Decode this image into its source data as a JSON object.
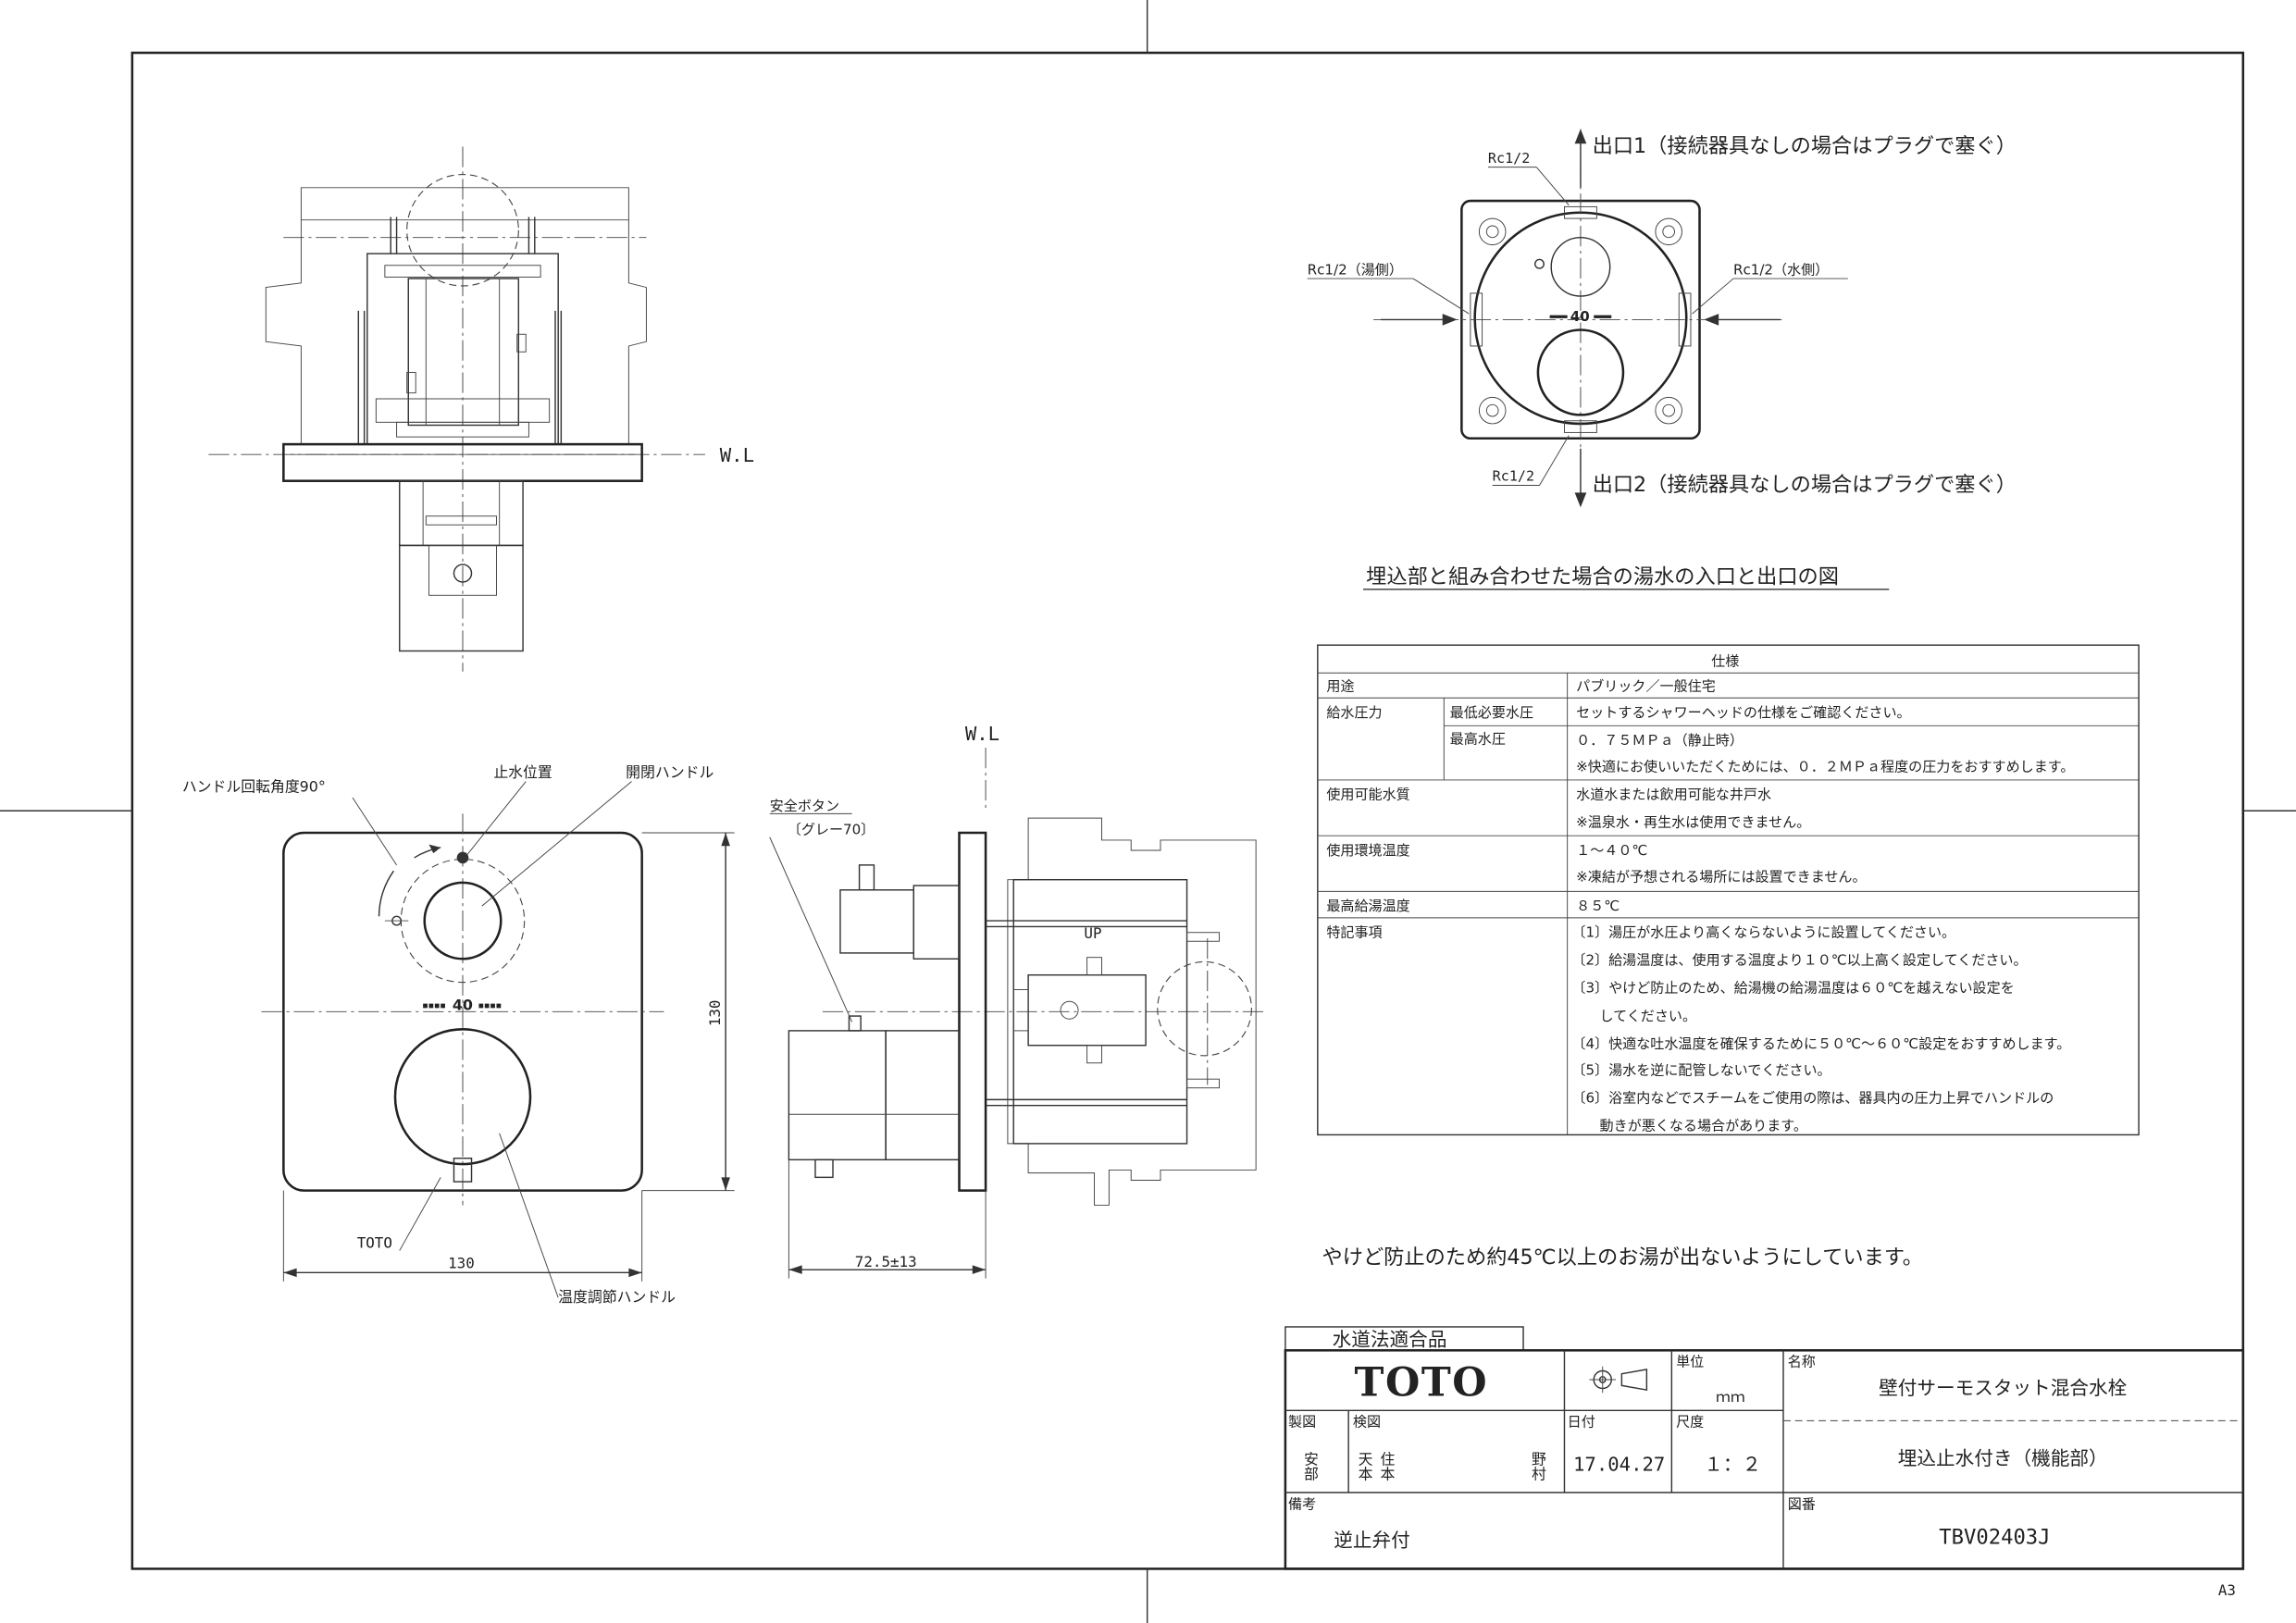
{
  "sheet": {
    "size_mark": "A3"
  },
  "front_view": {
    "wl_label": "W.L"
  },
  "face_view": {
    "rotation_label": "ハンドル回転角度90°",
    "stop_position_label": "止水位置",
    "open_close_handle_label": "開閉ハンドル",
    "dial_mark": "40",
    "height_dim": "130",
    "width_dim": "130",
    "toto_mark_label": "TOTO",
    "temp_handle_label": "温度調節ハンドル"
  },
  "side_view": {
    "wl_label": "W.L",
    "safety_button_label": "安全ボタン",
    "safety_button_color": "〔グレー70〕",
    "depth_dim": "72.5±13"
  },
  "port_view": {
    "outlet1_size": "Rc1/2",
    "outlet1_label": "出口1（接続器具なしの場合はプラグで塞ぐ）",
    "hot_inlet_label": "Rc1/2（湯側）",
    "cold_inlet_label": "Rc1/2（水側）",
    "outlet2_size": "Rc1/2",
    "outlet2_label": "出口2（接続器具なしの場合はプラグで塞ぐ）",
    "dial_mark": "40",
    "caption": "埋込部と組み合わせた場合の湯水の入口と出口の図"
  },
  "spec_table": {
    "title": "仕様",
    "rows": [
      {
        "label": "用途",
        "sub": "",
        "lines": [
          "パブリック／一般住宅"
        ]
      },
      {
        "label": "給水圧力",
        "sub": "最低必要水圧",
        "lines": [
          "セットするシャワーヘッドの仕様をご確認ください。"
        ]
      },
      {
        "label": "",
        "sub": "最高水圧",
        "lines": [
          "０．７５ＭＰａ（静止時）",
          "※快適にお使いいただくためには、０．２ＭＰａ程度の圧力をおすすめします。"
        ]
      },
      {
        "label": "使用可能水質",
        "sub": "",
        "lines": [
          "水道水または飲用可能な井戸水",
          "※温泉水・再生水は使用できません。"
        ]
      },
      {
        "label": "使用環境温度",
        "sub": "",
        "lines": [
          "１～４０℃",
          "※凍結が予想される場所には設置できません。"
        ]
      },
      {
        "label": "最高給湯温度",
        "sub": "",
        "lines": [
          "８５℃"
        ]
      },
      {
        "label": "特記事項",
        "sub": "",
        "lines": [
          "〔1〕湯圧が水圧より高くならないように設置してください。",
          "〔2〕給湯温度は、使用する温度より１０℃以上高く設定してください。",
          "〔3〕やけど防止のため、給湯機の給湯温度は６０℃を越えない設定を",
          "　　してください。",
          "〔4〕快適な吐水温度を確保するために５０℃～６０℃設定をおすすめします。",
          "〔5〕湯水を逆に配管しないでください。",
          "〔6〕浴室内などでスチームをご使用の際は、器具内の圧力上昇でハンドルの",
          "　　動きが悪くなる場合があります。"
        ]
      }
    ]
  },
  "safety_note": "やけど防止のため約45℃以上のお湯が出ないようにしています。",
  "title_block": {
    "approval_label": "水道法適合品",
    "brand": "TOTO",
    "unit_label": "単位",
    "unit_value": "ｍｍ",
    "name_label": "名称",
    "name_value": "壁付サーモスタット混合水栓",
    "subtitle": "埋込止水付き（機能部）",
    "drawn_label": "製図",
    "drawn_by": "安部",
    "checked_label": "検図",
    "checked_by_1": "天本",
    "checked_by_2": "住本",
    "checked_by_3": "野村",
    "date_label": "日付",
    "date_value": "17.04.27",
    "scale_label": "尺度",
    "scale_value": "１：２",
    "remarks_label": "備考",
    "remarks_value": "逆止弁付",
    "drawing_no_label": "図番",
    "drawing_no_value": "TBV02403J"
  }
}
